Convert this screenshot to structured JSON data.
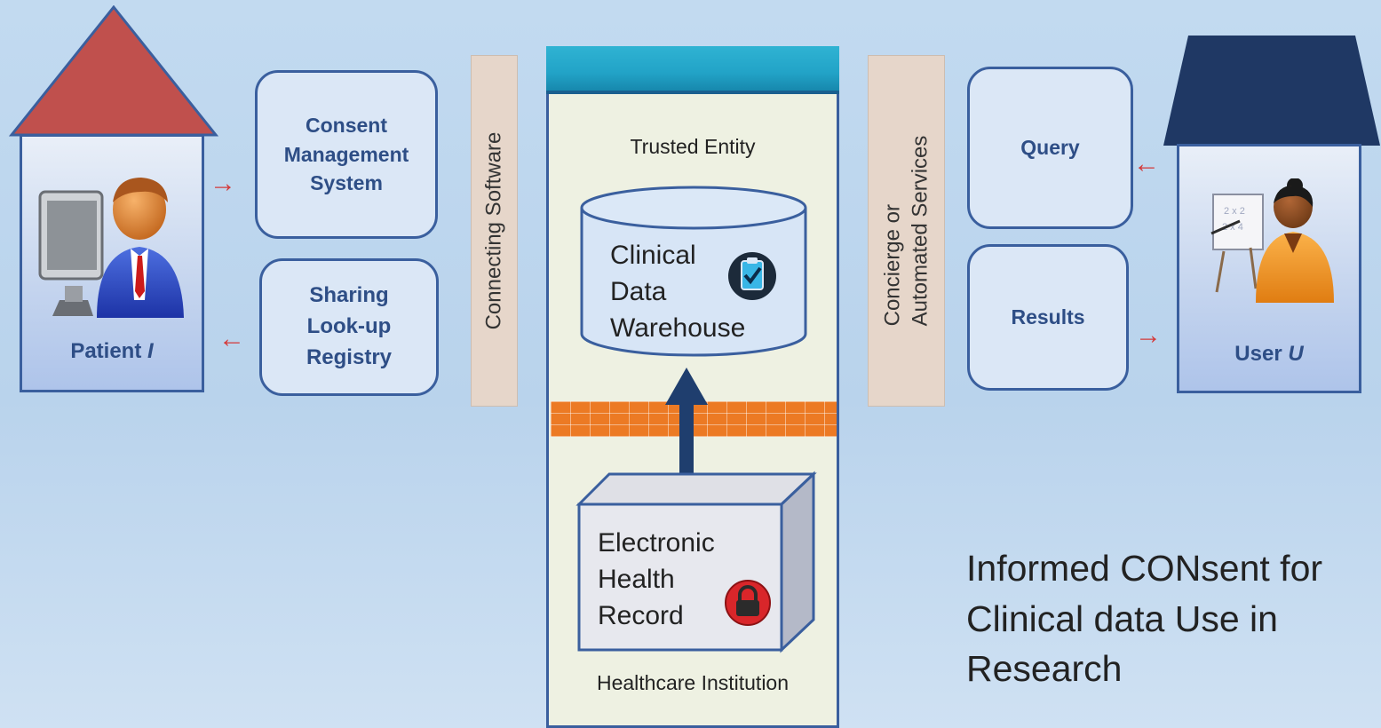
{
  "patient": {
    "label": "Patient",
    "label_italic": "I"
  },
  "user": {
    "label": "User",
    "label_italic": "U"
  },
  "consent_box": {
    "label": "Consent\nManagement\nSystem"
  },
  "sharing_box": {
    "label": "Sharing\nLook-up\nRegistry"
  },
  "connecting_strip": {
    "label": "Connecting Software"
  },
  "concierge_strip": {
    "label": "Concierge or\nAutomated Services"
  },
  "query_box": {
    "label": "Query"
  },
  "results_box": {
    "label": "Results"
  },
  "central": {
    "top_label": "Trusted Entity",
    "warehouse_label": "Clinical\nData\nWarehouse",
    "ehr_label": "Electronic\nHealth\nRecord",
    "bottom_label": "Healthcare Institution"
  },
  "caption": "Informed CONsent for\nClinical data Use in\nResearch",
  "icons": [
    "person-at-computer-icon",
    "teacher-icon",
    "clipboard-check-icon",
    "padlock-icon"
  ],
  "colors": {
    "patient_roof": "#c0504d",
    "user_roof": "#1f3864",
    "firewall": "#ec7a24",
    "top_bar": "#22a3c7"
  }
}
